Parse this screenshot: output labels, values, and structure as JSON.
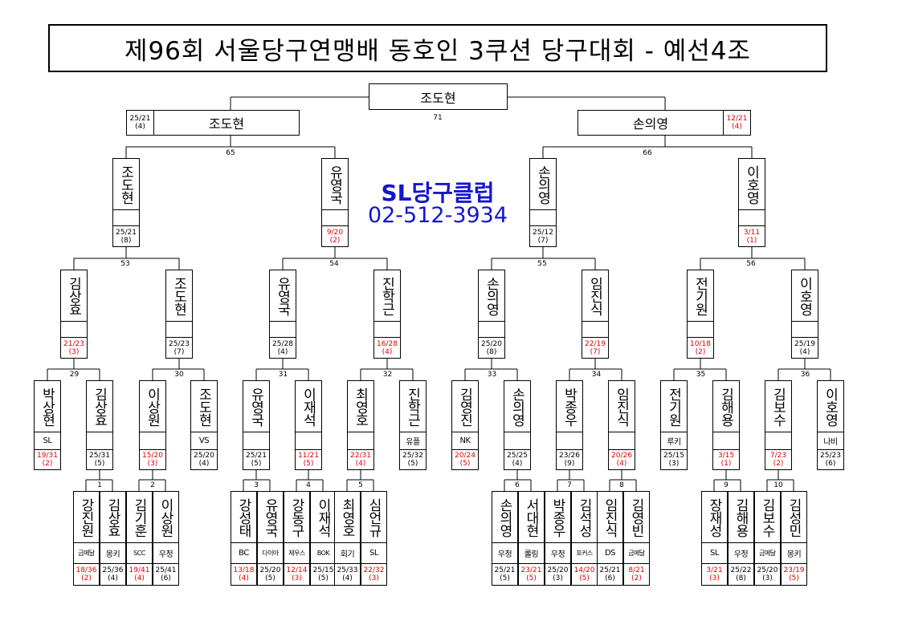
{
  "title": "제96회 서울당구연맹배 동호인 3쿠션 당구대회 - 예선4조",
  "ad": {
    "line1": "SL당구클럽",
    "line2": "02-512-3934"
  },
  "colors": {
    "loss": "#e00000",
    "ad": "#1515d0"
  },
  "champion": {
    "name": "조도현",
    "match_no": "71"
  },
  "finalists": {
    "left": {
      "name": "조도현",
      "score": "25/21",
      "innings": "(4)",
      "result": "win"
    },
    "right": {
      "name": "손의영",
      "score": "12/21",
      "innings": "(4)",
      "result": "loss"
    }
  },
  "semi_match_nos": [
    "65",
    "66"
  ],
  "l1": [
    {
      "name": "조도현",
      "score": "25/21",
      "innings": "(8)",
      "result": "win"
    },
    {
      "name": "유영국",
      "score": "9/20",
      "innings": "(2)",
      "result": "loss"
    },
    {
      "name": "손의영",
      "score": "25/12",
      "innings": "(7)",
      "result": "win"
    },
    {
      "name": "이호영",
      "score": "3/11",
      "innings": "(1)",
      "result": "loss"
    }
  ],
  "l1_match_nos": [
    "53",
    "54",
    "55",
    "56"
  ],
  "l2": [
    {
      "name": "김상효",
      "score": "21/23",
      "innings": "(3)",
      "result": "loss"
    },
    {
      "name": "조도현",
      "score": "25/23",
      "innings": "(7)",
      "result": "win"
    },
    {
      "name": "유영국",
      "score": "25/28",
      "innings": "(4)",
      "result": "win"
    },
    {
      "name": "진학근",
      "score": "16/28",
      "innings": "(4)",
      "result": "loss"
    },
    {
      "name": "손의영",
      "score": "25/20",
      "innings": "(8)",
      "result": "win"
    },
    {
      "name": "임진식",
      "score": "22/19",
      "innings": "(7)",
      "result": "loss"
    },
    {
      "name": "전기원",
      "score": "10/18",
      "innings": "(2)",
      "result": "loss"
    },
    {
      "name": "이호영",
      "score": "25/19",
      "innings": "(4)",
      "result": "win"
    }
  ],
  "l2_match_nos": [
    "29",
    "30",
    "31",
    "32",
    "33",
    "34",
    "35",
    "36"
  ],
  "l3": [
    {
      "name": "박상현",
      "club": "SL",
      "score": "19/31",
      "innings": "(2)",
      "result": "loss"
    },
    {
      "name": "김상효",
      "club": "",
      "score": "25/31",
      "innings": "(5)",
      "result": "win"
    },
    {
      "name": "이상원",
      "club": "",
      "score": "15/20",
      "innings": "(3)",
      "result": "loss"
    },
    {
      "name": "조도현",
      "club": "VS",
      "score": "25/20",
      "innings": "(4)",
      "result": "win"
    },
    {
      "name": "유영국",
      "club": "",
      "score": "25/21",
      "innings": "(5)",
      "result": "win"
    },
    {
      "name": "이재석",
      "club": "",
      "score": "11/21",
      "innings": "(5)",
      "result": "loss"
    },
    {
      "name": "최영호",
      "club": "",
      "score": "22/31",
      "innings": "(4)",
      "result": "loss"
    },
    {
      "name": "진학근",
      "club": "유플",
      "score": "25/32",
      "innings": "(5)",
      "result": "win"
    },
    {
      "name": "김영진",
      "club": "NK",
      "score": "20/24",
      "innings": "(5)",
      "result": "loss"
    },
    {
      "name": "손의영",
      "club": "",
      "score": "25/25",
      "innings": "(4)",
      "result": "win"
    },
    {
      "name": "박종우",
      "club": "",
      "score": "23/26",
      "innings": "(9)",
      "result": "win"
    },
    {
      "name": "임진식",
      "club": "",
      "score": "20/26",
      "innings": "(4)",
      "result": "loss"
    },
    {
      "name": "전기원",
      "club": "루키",
      "score": "25/15",
      "innings": "(3)",
      "result": "win"
    },
    {
      "name": "김해용",
      "club": "",
      "score": "3/15",
      "innings": "(1)",
      "result": "loss"
    },
    {
      "name": "김보수",
      "club": "",
      "score": "7/23",
      "innings": "(2)",
      "result": "loss"
    },
    {
      "name": "이호영",
      "club": "나비",
      "score": "25/23",
      "innings": "(6)",
      "result": "win"
    }
  ],
  "l3_match_nos": [
    "29",
    "30",
    "31",
    "32",
    "33",
    "34",
    "35",
    "36"
  ],
  "first_round_nos": [
    "1",
    "2",
    "3",
    "4",
    "5",
    "6",
    "7",
    "8",
    "9",
    "10"
  ],
  "l4": [
    {
      "name": "강진원",
      "club": "금메달",
      "score": "18/36",
      "innings": "(2)",
      "result": "loss"
    },
    {
      "name": "김상효",
      "club": "몽키",
      "score": "25/36",
      "innings": "(4)",
      "result": "win"
    },
    {
      "name": "김기훈",
      "club": "SCC",
      "score": "19/41",
      "innings": "(4)",
      "result": "loss"
    },
    {
      "name": "이상원",
      "club": "우정",
      "score": "25/41",
      "innings": "(6)",
      "result": "win"
    },
    {
      "name": "강성태",
      "club": "BC",
      "score": "13/18",
      "innings": "(4)",
      "result": "loss"
    },
    {
      "name": "유영국",
      "club": "다이아",
      "score": "25/20",
      "innings": "(5)",
      "result": "win"
    },
    {
      "name": "강동구",
      "club": "제우스",
      "score": "12/14",
      "innings": "(3)",
      "result": "loss"
    },
    {
      "name": "이재석",
      "club": "BOK",
      "score": "25/15",
      "innings": "(5)",
      "result": "win"
    },
    {
      "name": "최영호",
      "club": "회기",
      "score": "25/33",
      "innings": "(4)",
      "result": "win"
    },
    {
      "name": "심언규",
      "club": "SL",
      "score": "22/32",
      "innings": "(3)",
      "result": "loss"
    },
    {
      "name": "손의영",
      "club": "우정",
      "score": "25/21",
      "innings": "(5)",
      "result": "win"
    },
    {
      "name": "서대현",
      "club": "롤링",
      "score": "23/21",
      "innings": "(5)",
      "result": "loss"
    },
    {
      "name": "박종우",
      "club": "우정",
      "score": "25/20",
      "innings": "(3)",
      "result": "win"
    },
    {
      "name": "김석성",
      "club": "포커스",
      "score": "14/20",
      "innings": "(5)",
      "result": "loss"
    },
    {
      "name": "임진식",
      "club": "DS",
      "score": "25/21",
      "innings": "(6)",
      "result": "win"
    },
    {
      "name": "김영빈",
      "club": "금메달",
      "score": "8/21",
      "innings": "(2)",
      "result": "loss"
    },
    {
      "name": "장재성",
      "club": "SL",
      "score": "3/21",
      "innings": "(3)",
      "result": "loss"
    },
    {
      "name": "김해용",
      "club": "우정",
      "score": "25/22",
      "innings": "(8)",
      "result": "win"
    },
    {
      "name": "김보수",
      "club": "금메달",
      "score": "25/20",
      "innings": "(3)",
      "result": "win"
    },
    {
      "name": "김성민",
      "club": "몽키",
      "score": "23/19",
      "innings": "(5)",
      "result": "loss"
    }
  ]
}
